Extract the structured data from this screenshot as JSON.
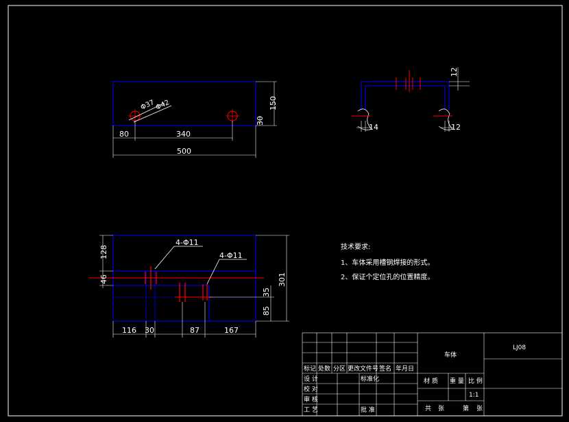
{
  "drawing": {
    "top_view": {
      "dims": {
        "d37": "Φ37",
        "d42": "Φ42",
        "h150": "150",
        "h30": "30",
        "w80": "80",
        "w340": "340",
        "w500": "500"
      }
    },
    "side_view": {
      "dims": {
        "t12_top": "12",
        "t14": "14",
        "t12_right": "12"
      }
    },
    "front_view": {
      "dims": {
        "holes_left": "4-Φ11",
        "holes_right": "4-Φ11",
        "h128": "128",
        "h46": "46",
        "h301": "301",
        "h35": "35",
        "h85": "85",
        "w116": "116",
        "w30": "30",
        "w87": "87",
        "w167": "167"
      }
    },
    "technical_requirements": {
      "title": "技术要求:",
      "items": [
        "1、车体采用槽钢焊接的形式。",
        "2、保证个定位孔的位置精度。"
      ]
    },
    "title_block": {
      "part_name": "车体",
      "drawing_no": "LJ08",
      "labels": {
        "mark": "标记",
        "count": "处数",
        "zone": "分区",
        "change_doc": "更改文件号",
        "sign": "签名",
        "date": "年月日",
        "design": "设 计",
        "standardize": "标准化",
        "check": "校 对",
        "review": "审 核",
        "process": "工 艺",
        "approve": "批 准",
        "material": "材 质",
        "weight": "重 量",
        "scale_label": "比 例",
        "scale": "1:1",
        "total": "共",
        "sheets": "张",
        "page": "第",
        "sheet": "张"
      }
    },
    "colors": {
      "background": "#000000",
      "outline": "#0000ff",
      "centerline": "#ff0000",
      "dimension": "#ffffff",
      "text": "#ffffff"
    }
  }
}
